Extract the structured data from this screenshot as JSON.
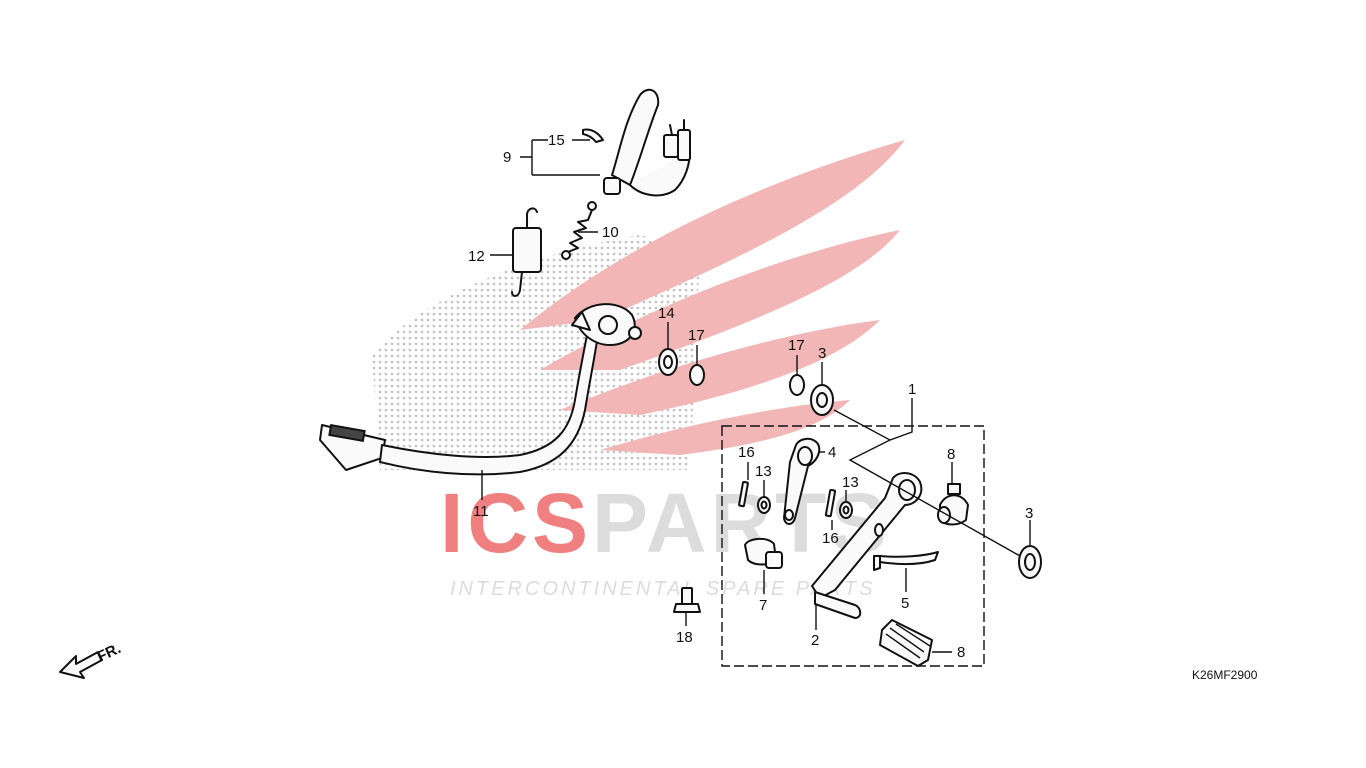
{
  "watermark": {
    "brand_part1": "ICS",
    "brand_part2": "PARTS",
    "tagline": "INTERCONTINENTAL SPARE PARTS",
    "logo_colors": {
      "wing": "#f2b6b6",
      "dots": "#c9c9c9",
      "ics": "#f08080",
      "parts": "#dcdcdc"
    }
  },
  "diagram": {
    "code": "K26MF2900",
    "direction_label": "FR.",
    "callouts": [
      {
        "id": "c-9",
        "label": "9"
      },
      {
        "id": "c-15",
        "label": "15"
      },
      {
        "id": "c-10",
        "label": "10"
      },
      {
        "id": "c-12",
        "label": "12"
      },
      {
        "id": "c-14",
        "label": "14"
      },
      {
        "id": "c-17a",
        "label": "17"
      },
      {
        "id": "c-17b",
        "label": "17"
      },
      {
        "id": "c-3a",
        "label": "3"
      },
      {
        "id": "c-1",
        "label": "1"
      },
      {
        "id": "c-16a",
        "label": "16"
      },
      {
        "id": "c-13a",
        "label": "13"
      },
      {
        "id": "c-4",
        "label": "4"
      },
      {
        "id": "c-8a",
        "label": "8"
      },
      {
        "id": "c-13b",
        "label": "13"
      },
      {
        "id": "c-16b",
        "label": "16"
      },
      {
        "id": "c-3b",
        "label": "3"
      },
      {
        "id": "c-11",
        "label": "11"
      },
      {
        "id": "c-7",
        "label": "7"
      },
      {
        "id": "c-5",
        "label": "5"
      },
      {
        "id": "c-2",
        "label": "2"
      },
      {
        "id": "c-8b",
        "label": "8"
      },
      {
        "id": "c-18",
        "label": "18"
      }
    ]
  }
}
